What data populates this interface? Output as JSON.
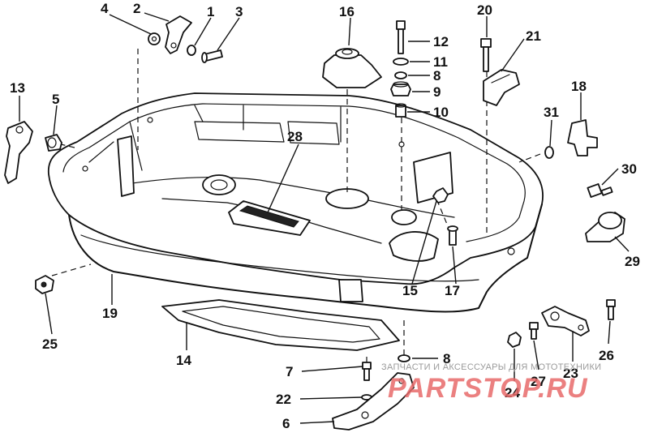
{
  "callouts": {
    "c1": "1",
    "c2": "2",
    "c3": "3",
    "c4": "4",
    "c5": "5",
    "c6": "6",
    "c7": "7",
    "c8a": "8",
    "c8b": "8",
    "c9": "9",
    "c10": "10",
    "c11": "11",
    "c12": "12",
    "c13": "13",
    "c14": "14",
    "c15": "15",
    "c16": "16",
    "c17": "17",
    "c18": "18",
    "c19": "19",
    "c20": "20",
    "c21": "21",
    "c22": "22",
    "c23": "23",
    "c24": "24",
    "c25": "25",
    "c26": "26",
    "c27": "27",
    "c28": "28",
    "c29": "29",
    "c30": "30",
    "c31": "31"
  },
  "watermark": {
    "caption": "ЗАПЧАСТИ И АКСЕССУАРЫ ДЛЯ МОТОТЕХНИКИ",
    "brand": "PARTSTOP.RU"
  }
}
